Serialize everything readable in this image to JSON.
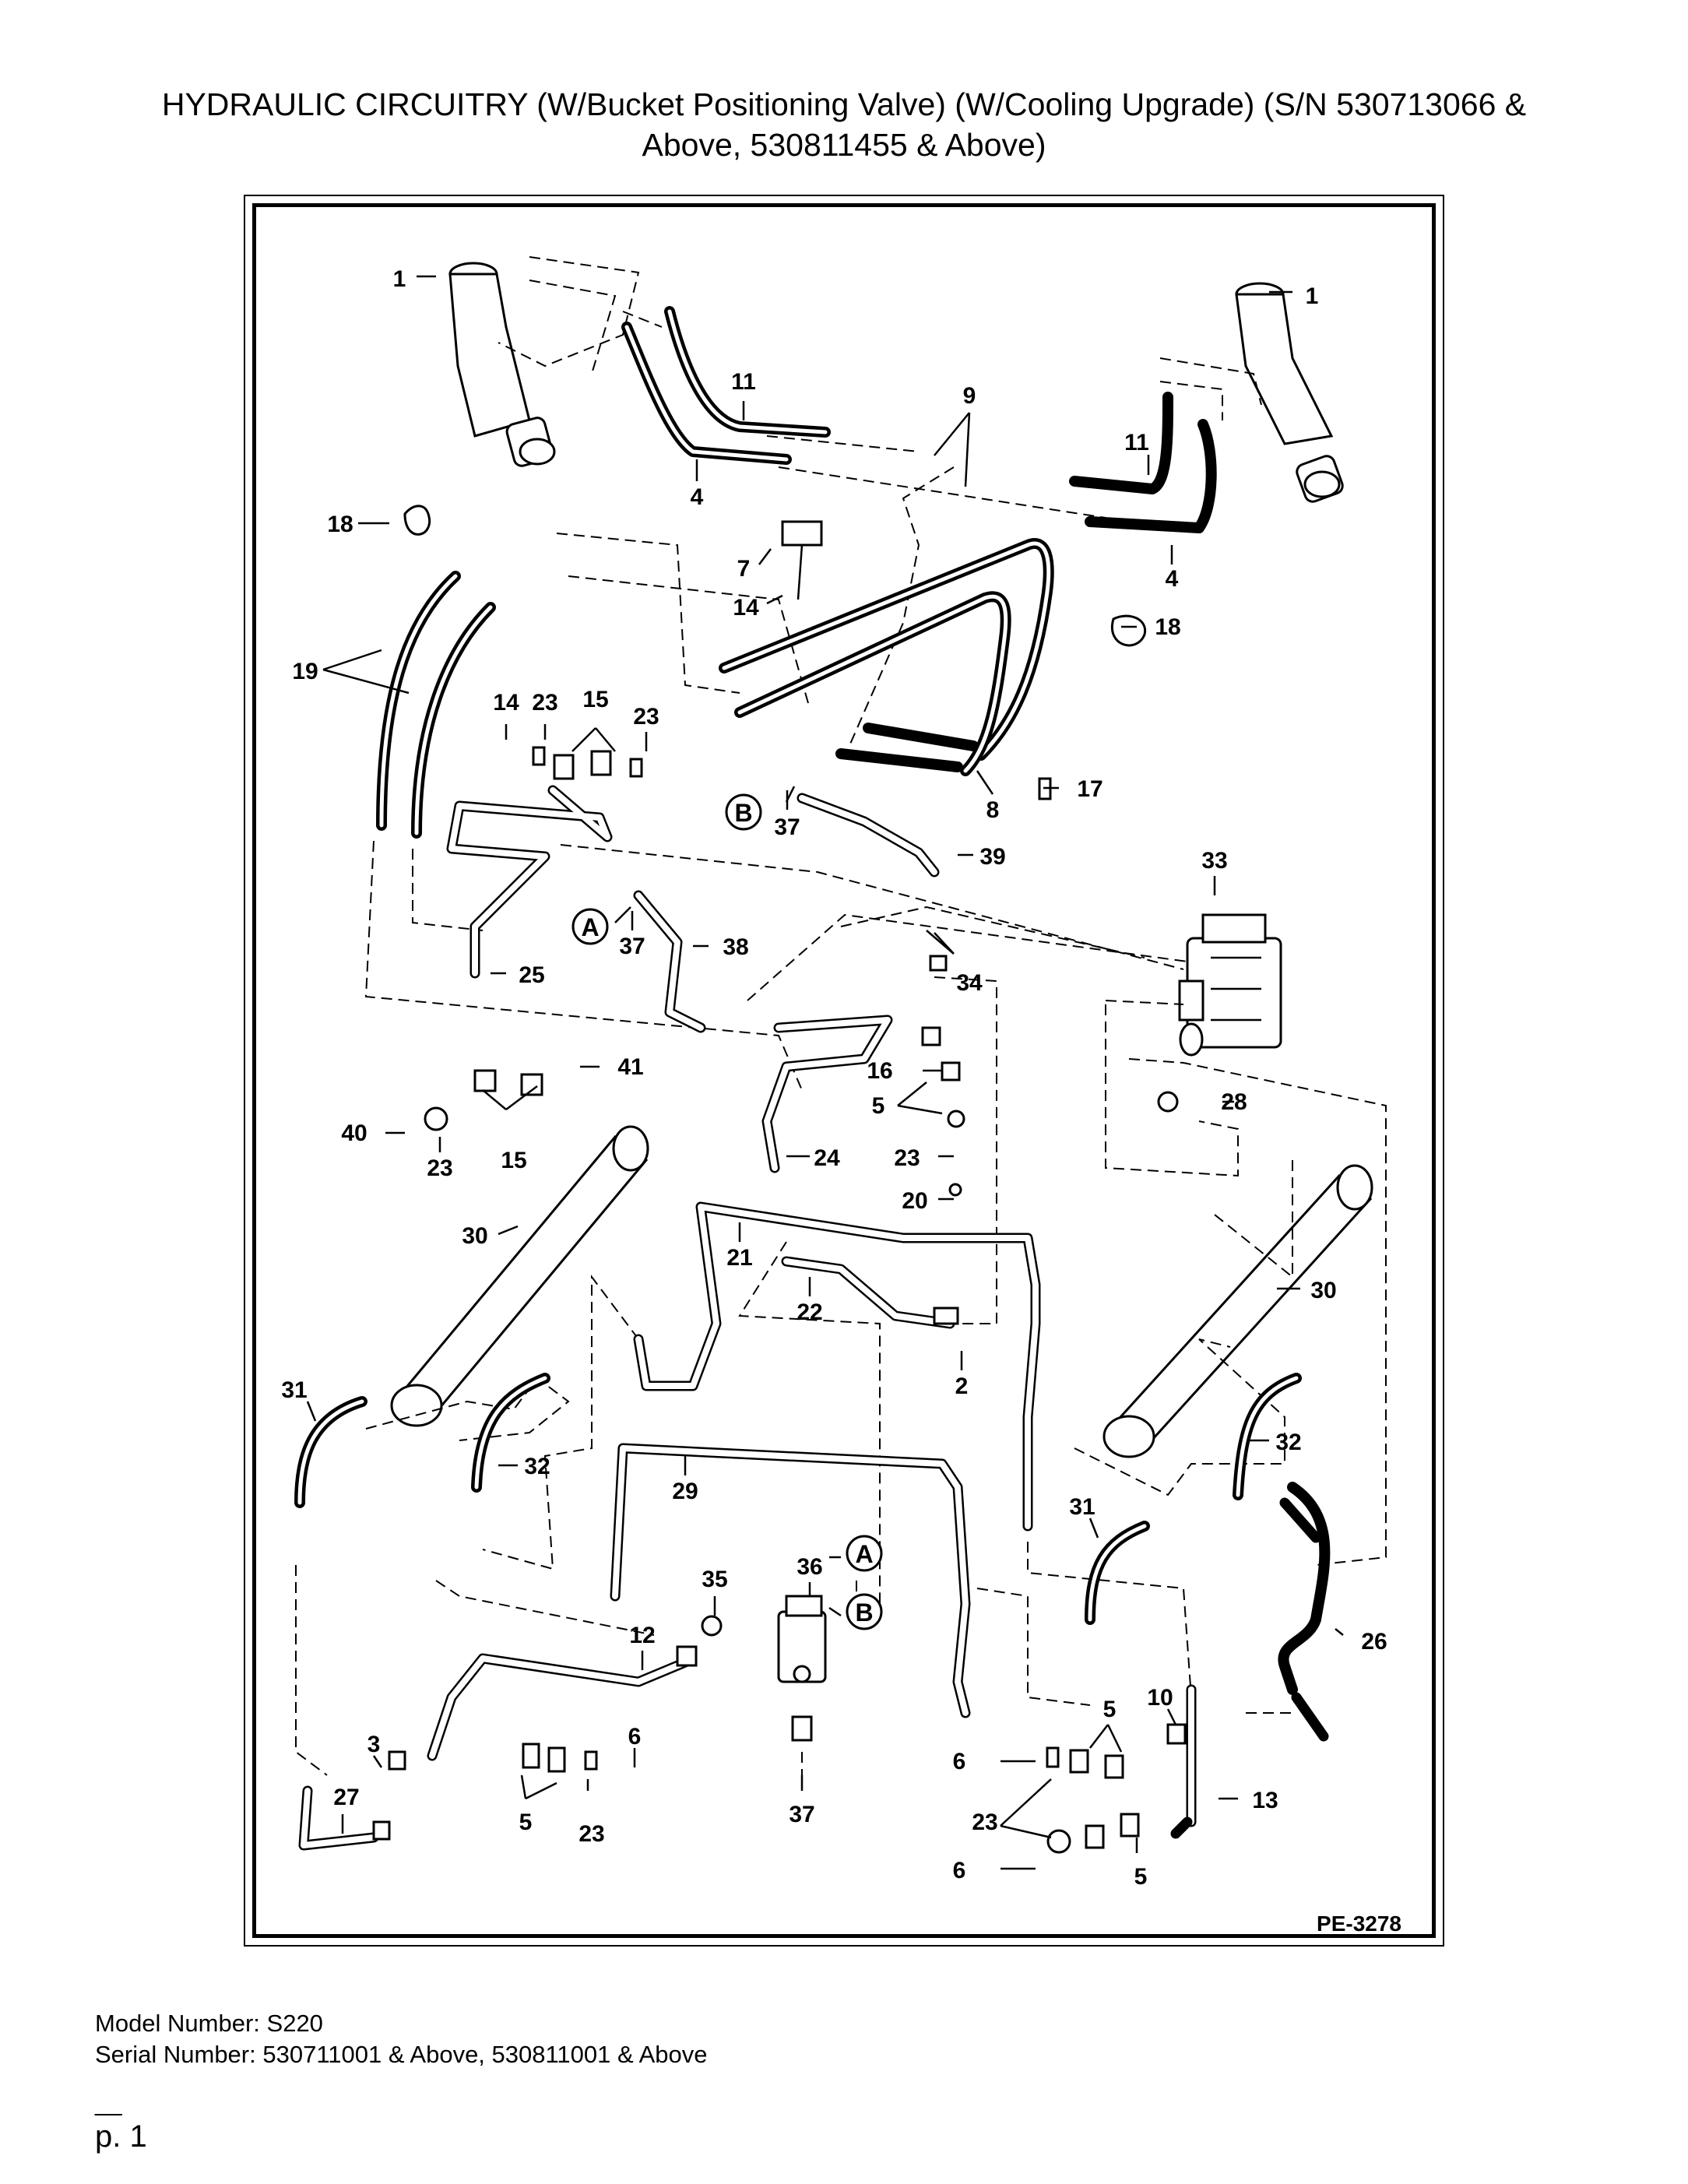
{
  "title": {
    "line1": "HYDRAULIC CIRCUITRY (W/Bucket Positioning Valve) (W/Cooling Upgrade) (S/N 530713066 &",
    "line2": "Above, 530811455 & Above)"
  },
  "diagram": {
    "ref_code": "PE-3278",
    "callouts": {
      "c1a": "1",
      "c1b": "1",
      "c11a": "11",
      "c11b": "11",
      "c9": "9",
      "c4a": "4",
      "c4b": "4",
      "c18a": "18",
      "c18b": "18",
      "c7": "7",
      "c14a": "14",
      "c19": "19",
      "c14b": "14",
      "c23a": "23",
      "c15a": "15",
      "c23b": "23",
      "c8": "8",
      "c17": "17",
      "c37a": "37",
      "c39": "39",
      "c33": "33",
      "c37b": "37",
      "c38": "38",
      "c25": "25",
      "c34": "34",
      "c41": "41",
      "c40": "40",
      "c23c": "23",
      "c15b": "15",
      "c16": "16",
      "c5a": "5",
      "c28": "28",
      "c24": "24",
      "c23d": "23",
      "c20": "20",
      "c30a": "30",
      "c21": "21",
      "c22": "22",
      "c2": "2",
      "c30b": "30",
      "c31a": "31",
      "c32a": "32",
      "c32b": "32",
      "c29": "29",
      "c31b": "31",
      "c26": "26",
      "c36": "36",
      "c35": "35",
      "c12": "12",
      "c10": "10",
      "c13": "13",
      "c5b": "5",
      "c6a": "6",
      "c23e": "23",
      "c3": "3",
      "c27": "27",
      "c5c": "5",
      "c23f": "23",
      "c6b": "6",
      "c37c": "37",
      "c6c": "6",
      "c5d": "5"
    },
    "circle_labels": {
      "a1": "A",
      "b1": "B",
      "a2": "A",
      "b2": "B"
    }
  },
  "footer": {
    "model": "Model Number: S220",
    "serial": "Serial Number: 530711001 & Above, 530811001 & Above",
    "rule": "__",
    "page": "p. 1"
  }
}
